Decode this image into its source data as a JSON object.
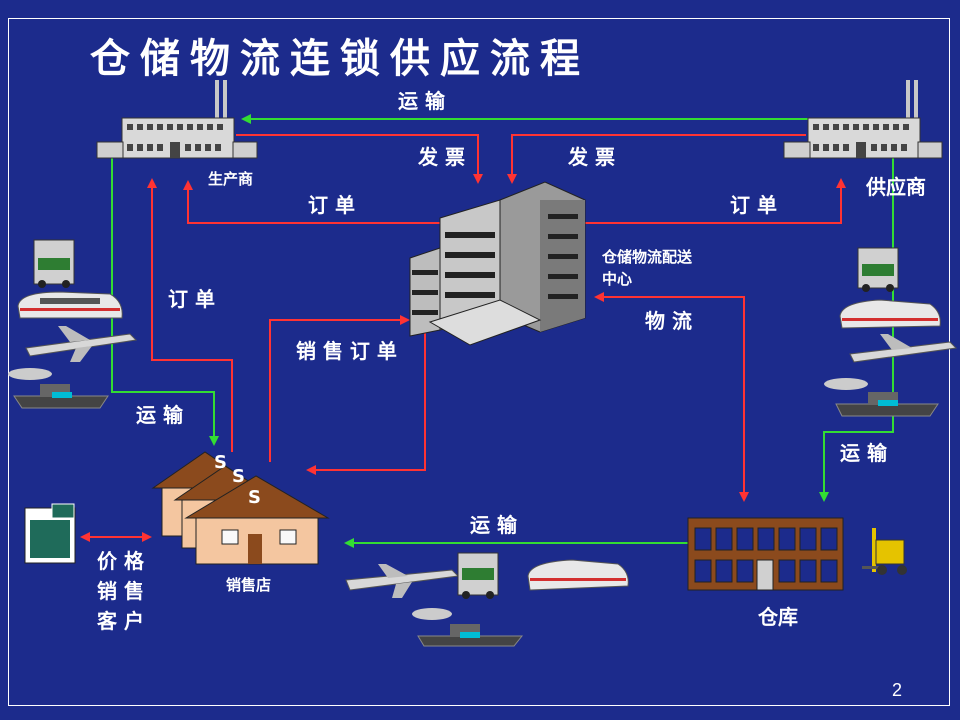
{
  "title": "仓储物流连锁供应流程",
  "page_number": "2",
  "nodes": {
    "manufacturer": "生产商",
    "supplier": "供应商",
    "dc_line1": "仓储物流配送",
    "dc_line2": "中心",
    "store": "销售店",
    "warehouse": "仓库",
    "customer_line1": "价 格",
    "customer_line2": "销 售",
    "customer_line3": "客 户",
    "store_sign": "S"
  },
  "edges": {
    "transport_top": "运 输",
    "invoice_left": "发 票",
    "invoice_right": "发 票",
    "order_left": "订 单",
    "order_right": "订 单",
    "order_side": "订 单",
    "sales_order": "销 售 订 单",
    "logistics": "物 流",
    "transport_left": "运 输",
    "transport_right": "运 输",
    "transport_bottom": "运 输"
  },
  "colors": {
    "background": "#1c2b8c",
    "red_arrow": "#ff3333",
    "green_arrow": "#33dd33",
    "text": "#ffffff"
  }
}
